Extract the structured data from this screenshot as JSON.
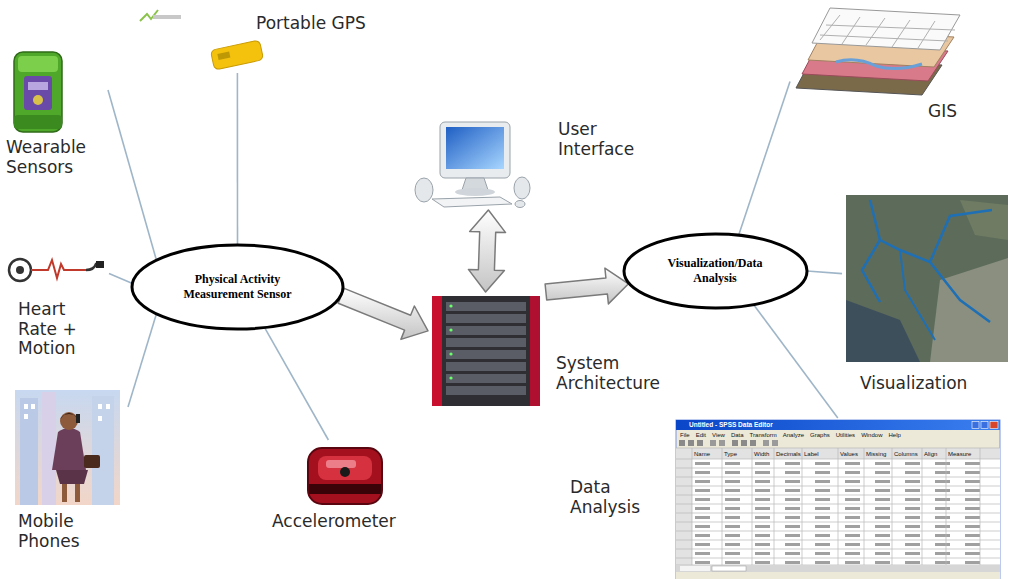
{
  "diagram": {
    "nodes": [
      {
        "text": [
          "Portable GPS"
        ]
      },
      {
        "text": [
          "Wearable Sensors"
        ]
      },
      {
        "text": [
          "User Interface"
        ]
      },
      {
        "text": [
          "GIS"
        ]
      },
      {
        "text": [
          "Physical Activity Measurement Sensor"
        ]
      },
      {
        "text": [
          "Visualization/Data Analysis"
        ]
      },
      {
        "text": [
          "Heart Rate + Motion"
        ]
      },
      {
        "text": [
          "System Architecture"
        ]
      },
      {
        "text": [
          "Visualization"
        ]
      },
      {
        "text": [
          "Mobile Phones"
        ]
      },
      {
        "text": [
          "Accelerometer"
        ]
      },
      {
        "text": [
          "Data Analysis"
        ]
      }
    ],
    "edges": [
      {
        "from": 4,
        "to": 0,
        "arrow": "none"
      },
      {
        "from": 4,
        "to": 1,
        "arrow": "none"
      },
      {
        "from": 4,
        "to": 6,
        "arrow": "none"
      },
      {
        "from": 4,
        "to": 9,
        "arrow": "none"
      },
      {
        "from": 4,
        "to": 10,
        "arrow": "none"
      },
      {
        "from": 4,
        "to": 7,
        "arrow": "to"
      },
      {
        "from": 7,
        "to": 2,
        "arrow": "both"
      },
      {
        "from": 7,
        "to": 5,
        "arrow": "to"
      },
      {
        "from": 5,
        "to": 3,
        "arrow": "none"
      },
      {
        "from": 5,
        "to": 8,
        "arrow": "none"
      },
      {
        "from": 5,
        "to": 11,
        "arrow": "none"
      }
    ],
    "labels": [
      "Untitled - SPSS Data Editor",
      "File",
      "Edit",
      "View",
      "Data",
      "Transform",
      "Analyze",
      "Graphs",
      "Utilities",
      "Window",
      "Help",
      "Name",
      "Type",
      "Width",
      "Decimals",
      "Label",
      "Values",
      "Missing",
      "Columns",
      "Align",
      "Measure"
    ]
  }
}
